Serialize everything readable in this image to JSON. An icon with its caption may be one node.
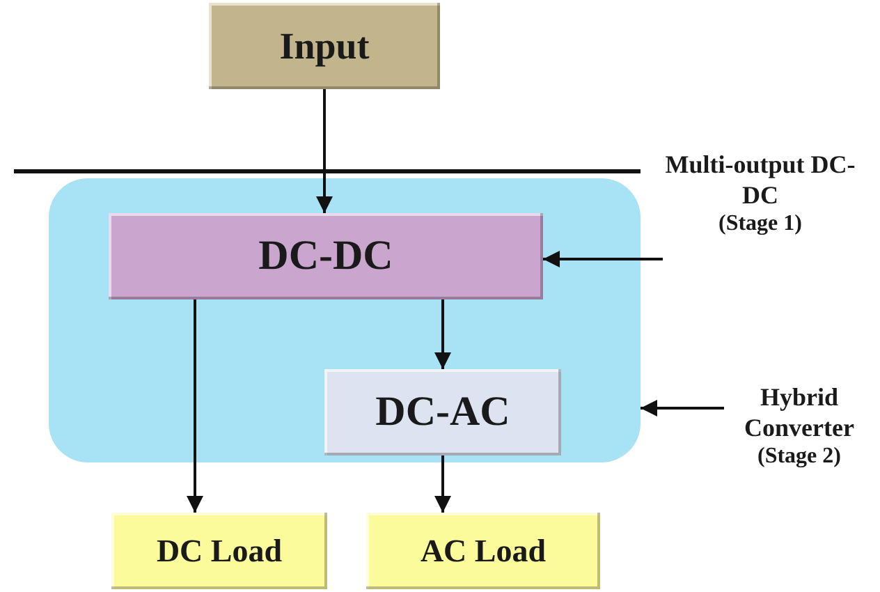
{
  "diagram": {
    "nodes": [
      {
        "text": [
          "Input"
        ]
      },
      {
        "text": [],
        "shape": "box"
      },
      {
        "text": [
          "DC-DC"
        ],
        "in": 1
      },
      {
        "text": [
          "DC-AC"
        ],
        "in": 1
      },
      {
        "text": [
          "DC Load"
        ]
      },
      {
        "text": [
          "AC Load"
        ]
      },
      {
        "text": [
          "Multi-output DC-DC",
          "(Stage 1)"
        ]
      },
      {
        "text": [
          "Hybrid Converter",
          "(Stage 2)"
        ]
      }
    ],
    "edges": [
      {
        "from": 0,
        "to": 2,
        "arrow": "to"
      },
      {
        "from": 2,
        "to": 4,
        "arrow": "to"
      },
      {
        "from": 2,
        "to": 3,
        "arrow": "to"
      },
      {
        "from": 3,
        "to": 5,
        "arrow": "to"
      },
      {
        "from": 6,
        "to": 2,
        "arrow": "to"
      },
      {
        "from": 7,
        "to": 1,
        "arrow": "to"
      }
    ]
  }
}
